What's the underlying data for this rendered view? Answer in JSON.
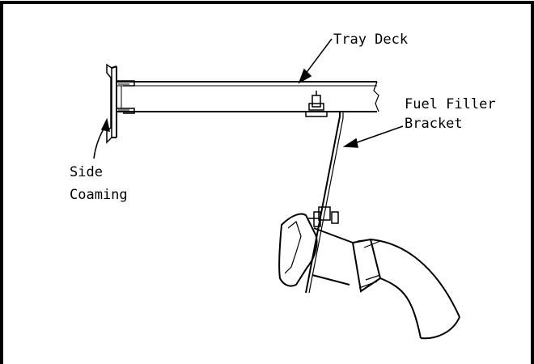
{
  "labels": {
    "tray_deck": "Tray Deck",
    "fuel_filler_line1": "Fuel Filler",
    "fuel_filler_line2": "Bracket",
    "side_coaming_line1": "Side",
    "side_coaming_line2": "Coaming"
  },
  "colors": {
    "ink": "#000000",
    "paper": "#ffffff"
  }
}
